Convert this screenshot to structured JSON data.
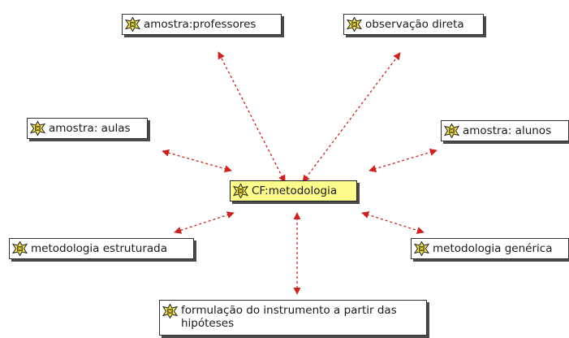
{
  "diagram": {
    "central": {
      "label": "CF:metodologia",
      "icon": "code-family-icon"
    },
    "nodes": [
      {
        "id": "amostra-professores",
        "label": "amostra:professores",
        "icon": "code-family-icon"
      },
      {
        "id": "observacao-direta",
        "label": "observação direta",
        "icon": "code-family-icon"
      },
      {
        "id": "amostra-aulas",
        "label": "amostra: aulas",
        "icon": "code-family-icon"
      },
      {
        "id": "amostra-alunos",
        "label": "amostra: alunos",
        "icon": "code-family-icon"
      },
      {
        "id": "metodologia-estruturada",
        "label": "metodologia estruturada",
        "icon": "code-family-icon"
      },
      {
        "id": "metodologia-generica",
        "label": "metodologia genérica",
        "icon": "code-family-icon"
      },
      {
        "id": "formulacao-instrumento",
        "label": "formulação do instrumento a partir das hipóteses",
        "icon": "code-family-icon"
      }
    ],
    "link_color": "#cc2222"
  }
}
